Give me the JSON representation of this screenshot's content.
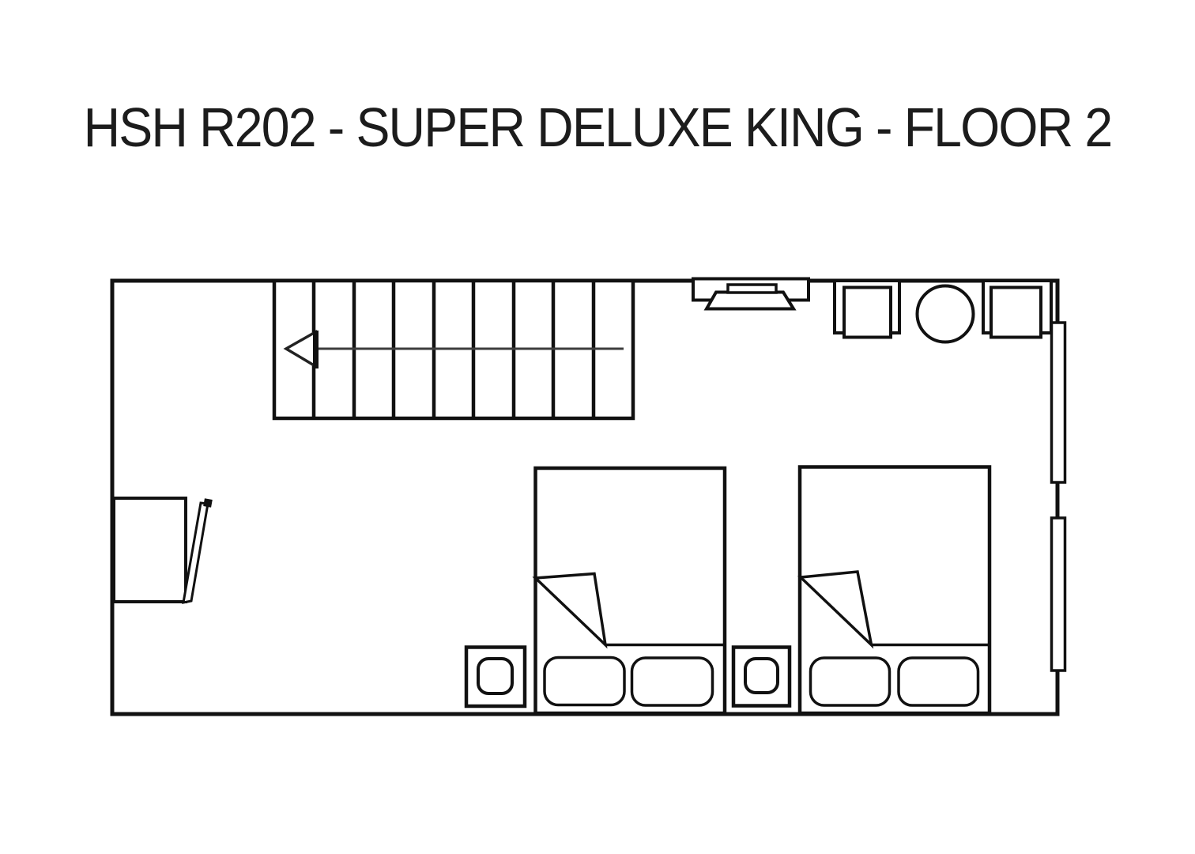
{
  "page": {
    "title": "HSH R202 - SUPER DELUXE KING - FLOOR 2",
    "background_color": "#ffffff",
    "line_color": "#111111",
    "arrow_color": "#3d3d3d"
  },
  "floor_plan": {
    "room_code": "R202",
    "room_type": "SUPER DELUXE KING",
    "floor": "2",
    "symbols": [
      {
        "name": "staircase-symbol",
        "steps": 9,
        "arrow_direction": "left"
      },
      {
        "name": "entry-door-symbol",
        "state": "open"
      },
      {
        "name": "tv-console-symbol"
      },
      {
        "name": "armchair-left-symbol"
      },
      {
        "name": "round-table-symbol"
      },
      {
        "name": "armchair-right-symbol"
      },
      {
        "name": "window-upper-symbol"
      },
      {
        "name": "window-lower-symbol"
      },
      {
        "name": "nightstand-left-symbol",
        "lamps": 1
      },
      {
        "name": "nightstand-middle-symbol",
        "lamps": 1
      },
      {
        "name": "bed-left-symbol",
        "pillows": 2
      },
      {
        "name": "bed-right-symbol",
        "pillows": 2
      }
    ]
  }
}
